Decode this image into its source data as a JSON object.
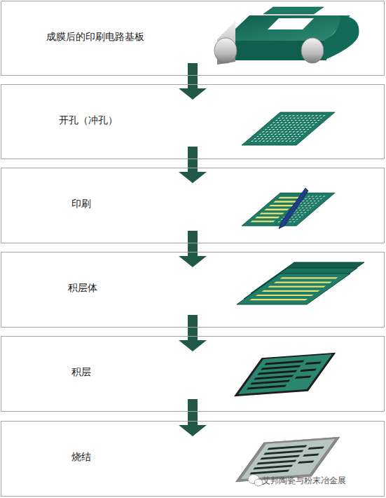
{
  "diagram": {
    "nodes": [
      {
        "text": [
          "成膜后的印刷电路基板"
        ]
      },
      {
        "text": [
          "开孔（冲孔）"
        ]
      },
      {
        "text": [
          "印刷"
        ]
      },
      {
        "text": [
          "积层体"
        ]
      },
      {
        "text": [
          "积层"
        ]
      },
      {
        "text": [
          "烧结"
        ]
      }
    ],
    "edges": [
      {
        "from": 0,
        "to": 1,
        "arrow": "to"
      },
      {
        "from": 1,
        "to": 2,
        "arrow": "to"
      },
      {
        "from": 2,
        "to": 3,
        "arrow": "to"
      },
      {
        "from": 3,
        "to": 4,
        "arrow": "to"
      },
      {
        "from": 4,
        "to": 5,
        "arrow": "to"
      }
    ],
    "labels": [
      "艾邦陶瓷与粉末冶金展"
    ]
  }
}
